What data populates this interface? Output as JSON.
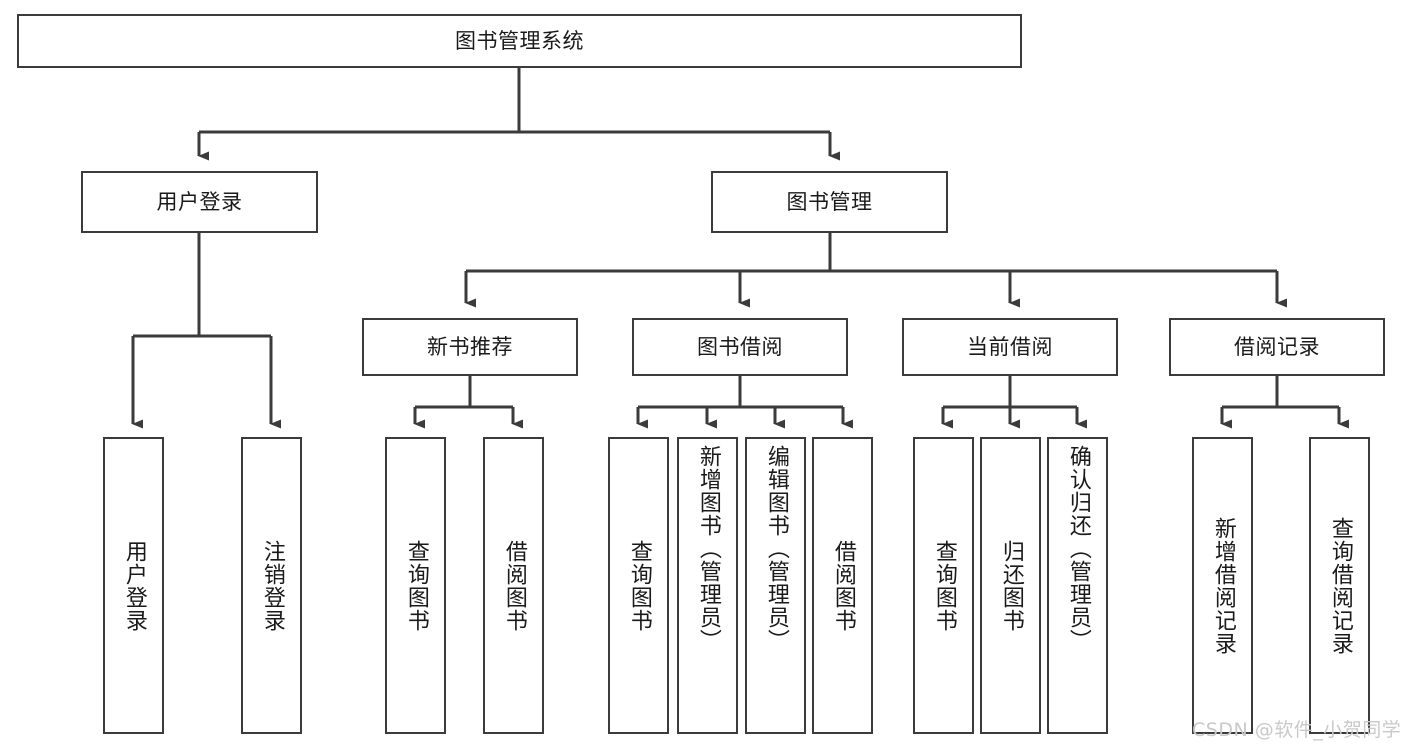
{
  "diagram": {
    "title": "图书管理系统",
    "type": "hierarchy-tree",
    "watermark": "CSDN @软件_小贺同学",
    "accent_border": "#3b3b3b",
    "background": "#ffffff",
    "nodes": {
      "root": {
        "label": "图书管理系统"
      },
      "level2": [
        {
          "id": "user-login",
          "label": "用户登录"
        },
        {
          "id": "book-manage",
          "label": "图书管理"
        }
      ],
      "level3": [
        {
          "id": "new-book-rec",
          "label": "新书推荐"
        },
        {
          "id": "book-borrow",
          "label": "图书借阅"
        },
        {
          "id": "current-borrow",
          "label": "当前借阅"
        },
        {
          "id": "borrow-record",
          "label": "借阅记录"
        }
      ],
      "leaves": [
        {
          "id": "leaf-user-login",
          "label": "用户登录",
          "parent": "user-login"
        },
        {
          "id": "leaf-logout",
          "label": "注销登录",
          "parent": "user-login"
        },
        {
          "id": "leaf-query-book-1",
          "label": "查询图书",
          "parent": "new-book-rec"
        },
        {
          "id": "leaf-borrow-book-1",
          "label": "借阅图书",
          "parent": "new-book-rec"
        },
        {
          "id": "leaf-query-book-2",
          "label": "查询图书",
          "parent": "book-borrow"
        },
        {
          "id": "leaf-add-book",
          "label": "新增图书（管理员）",
          "parent": "book-borrow"
        },
        {
          "id": "leaf-edit-book",
          "label": "编辑图书（管理员）",
          "parent": "book-borrow"
        },
        {
          "id": "leaf-borrow-book-2",
          "label": "借阅图书",
          "parent": "book-borrow"
        },
        {
          "id": "leaf-query-book-3",
          "label": "查询图书",
          "parent": "current-borrow"
        },
        {
          "id": "leaf-return-book",
          "label": "归还图书",
          "parent": "current-borrow"
        },
        {
          "id": "leaf-confirm-return",
          "label": "确认归还（管理员）",
          "parent": "current-borrow"
        },
        {
          "id": "leaf-add-record",
          "label": "新增借阅记录",
          "parent": "borrow-record"
        },
        {
          "id": "leaf-query-record",
          "label": "查询借阅记录",
          "parent": "borrow-record"
        }
      ]
    }
  }
}
